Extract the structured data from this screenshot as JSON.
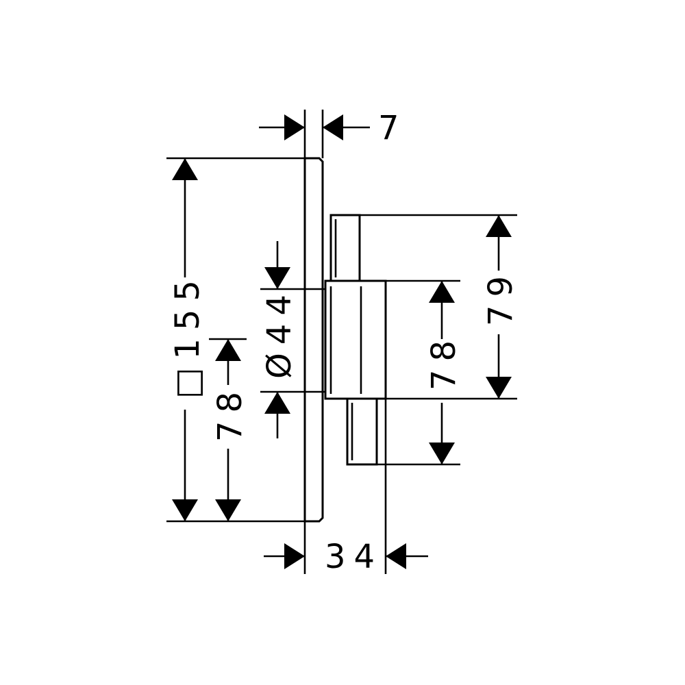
{
  "dimensions": {
    "plate_thickness": "7",
    "plate_size": "□155",
    "left_half_height": "78",
    "diameter": "Ø44",
    "total_depth": "34",
    "right_inner_height": "78",
    "right_outer_height": "79"
  },
  "colors": {
    "line": "#000000",
    "background": "#ffffff"
  }
}
